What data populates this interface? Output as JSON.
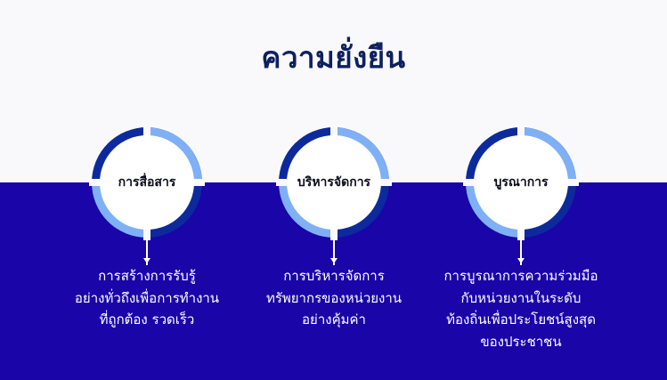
{
  "slide": {
    "title": "ความยั่งยืน",
    "colors": {
      "top_background": "#f9f9fb",
      "bottom_band": "#1a05a8",
      "title": "#0d2060",
      "ring_dark": "#0d2a9c",
      "ring_light": "#7fb0f5"
    },
    "items": [
      {
        "label": "การสื่อสาร",
        "description_lines": [
          "การสร้างการรับรู้",
          "อย่างทั่วถึงเพื่อการทำงาน",
          "ที่ถูกต้อง รวดเร็ว"
        ]
      },
      {
        "label": "บริหารจัดการ",
        "description_lines": [
          "การบริหารจัดการ",
          "ทรัพยากรของหน่วยงาน",
          "อย่างคุ้มค่า"
        ]
      },
      {
        "label": "บูรณาการ",
        "description_lines": [
          "การบูรณาการความร่วมมือ",
          "กับหน่วยงานในระดับ",
          "ท้องถิ่นเพื่อประโยชน์สูงสุด",
          "ของประชาชน"
        ]
      }
    ]
  }
}
